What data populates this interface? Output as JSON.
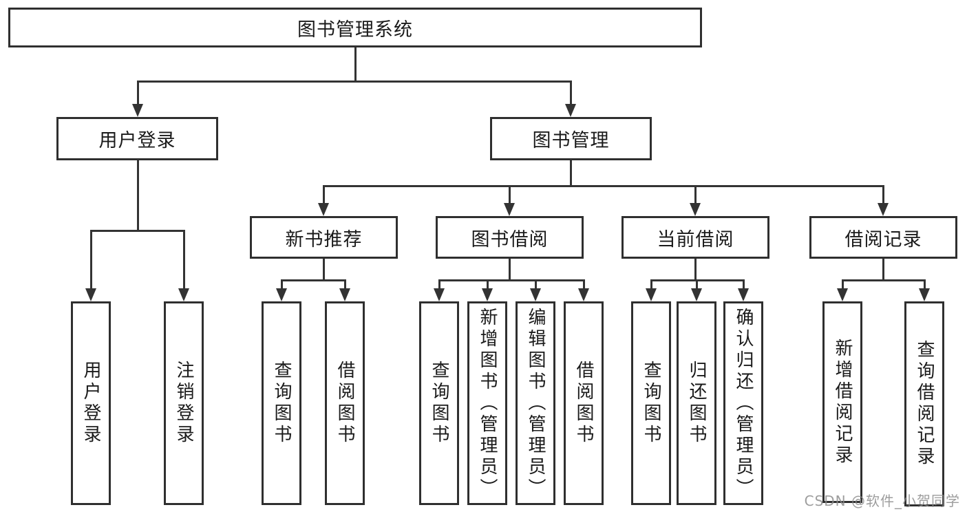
{
  "watermark": "CSDN @软件_小贺同学",
  "colors": {
    "line": "#333333",
    "box_border": "#2f2f2f",
    "text": "#1a1a1a",
    "watermark": "#8c8c8c",
    "background": "#ffffff"
  },
  "nodes": {
    "root": "图书管理系统",
    "user_login": "用户登录",
    "book_mgmt": "图书管理",
    "new_book_rec": "新书推荐",
    "book_borrow": "图书借阅",
    "current_borrow": "当前借阅",
    "borrow_records": "借阅记录",
    "user_login_leaf": "用户登录",
    "logout_leaf": "注销登录",
    "rec_query_books": "查询图书",
    "rec_borrow_books": "借阅图书",
    "bb_query_books": "查询图书",
    "bb_add_books": "新增图书（管理员）",
    "bb_edit_books": "编辑图书（管理员）",
    "bb_borrow_books": "借阅图书",
    "cb_query_books": "查询图书",
    "cb_return_books": "归还图书",
    "cb_confirm_return": "确认归还（管理员）",
    "br_add_record": "新增借阅记录",
    "br_query_record": "查询借阅记录"
  },
  "tree": {
    "图书管理系统": {
      "用户登录": [
        "用户登录",
        "注销登录"
      ],
      "图书管理": {
        "新书推荐": [
          "查询图书",
          "借阅图书"
        ],
        "图书借阅": [
          "查询图书",
          "新增图书（管理员）",
          "编辑图书（管理员）",
          "借阅图书"
        ],
        "当前借阅": [
          "查询图书",
          "归还图书",
          "确认归还（管理员）"
        ],
        "借阅记录": [
          "新增借阅记录",
          "查询借阅记录"
        ]
      }
    }
  }
}
